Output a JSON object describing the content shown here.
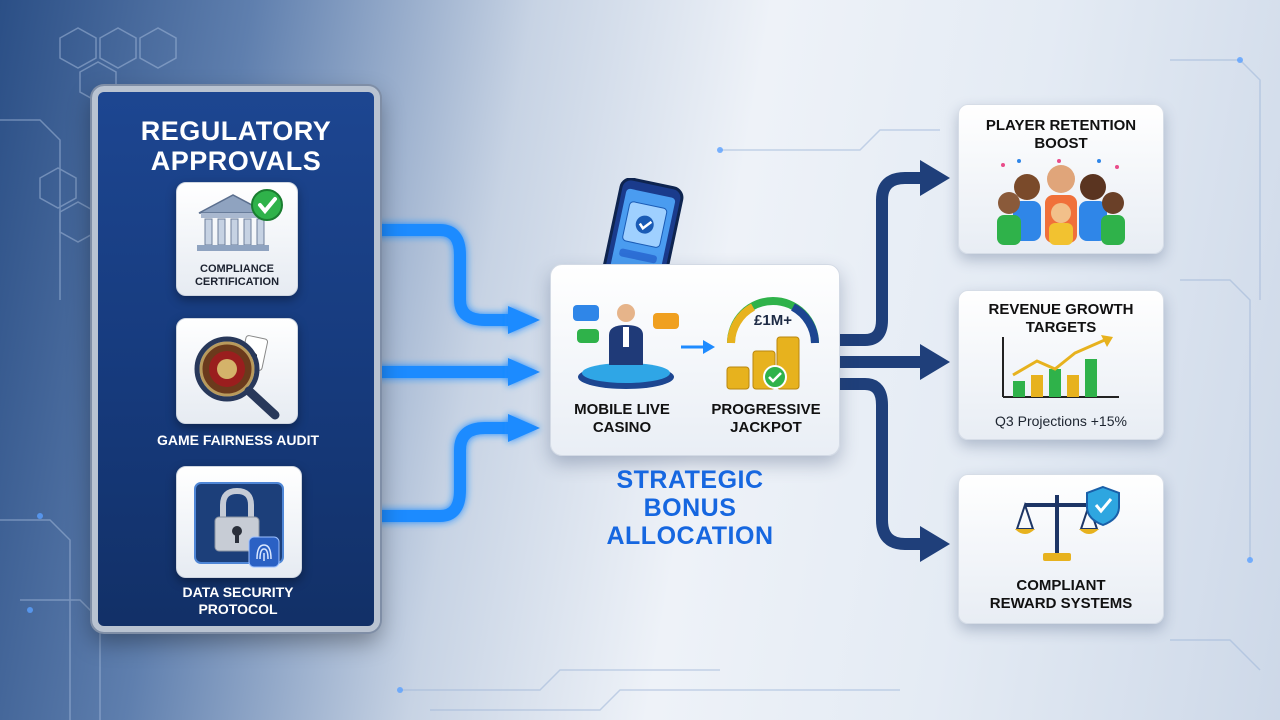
{
  "panel": {
    "title_line1": "REGULATORY",
    "title_line2": "APPROVALS",
    "items": [
      {
        "label_line1": "COMPLIANCE",
        "label_line2": "CERTIFICATION",
        "icon": "bank-building-checkmark-icon"
      },
      {
        "label_line1": "GAME FAIRNESS AUDIT",
        "label_line2": "",
        "icon": "roulette-magnifier-icon"
      },
      {
        "label_line1": "DATA SECURITY",
        "label_line2": "PROTOCOL",
        "icon": "padlock-fingerprint-icon"
      }
    ]
  },
  "center": {
    "left_label_line1": "MOBILE LIVE",
    "left_label_line2": "CASINO",
    "right_label_line1": "PROGRESSIVE",
    "right_label_line2": "JACKPOT",
    "jackpot_badge": "£1M+",
    "caption_line1": "STRATEGIC",
    "caption_line2": "BONUS",
    "caption_line3": "ALLOCATION"
  },
  "outcomes": [
    {
      "title_line1": "PLAYER RETENTION",
      "title_line2": "BOOST",
      "icon": "happy-players-group-icon"
    },
    {
      "title_line1": "REVENUE GROWTH",
      "title_line2": "TARGETS",
      "footer": "Q3 Projections +15%",
      "icon": "bar-chart-growth-icon"
    },
    {
      "title_line1": "COMPLIANT",
      "title_line2": "REWARD SYSTEMS",
      "icon": "scales-shield-icon"
    }
  ],
  "colors": {
    "panel_blue": "#1d4691",
    "flow_blue": "#1e8bff",
    "arrow_navy": "#1f3f7a",
    "caption_blue": "#1667e0",
    "check_green": "#2fb24a",
    "gold": "#e7b21e"
  }
}
